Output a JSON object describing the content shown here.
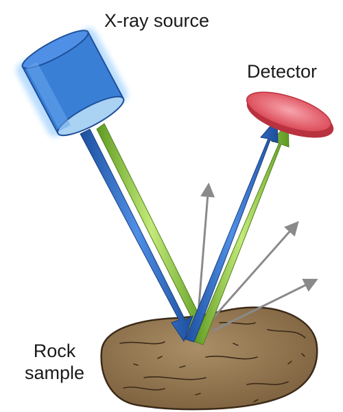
{
  "labels": {
    "source": "X-ray source",
    "detector": "Detector",
    "rock_line1": "Rock",
    "rock_line2": "sample"
  },
  "colors": {
    "source_body": "#3a7fd6",
    "source_face": "#a9d2f3",
    "incident_blue": "#2f6fcf",
    "incident_green": "#9dd24a",
    "detector": "#e9606d",
    "scatter_gray": "#8a8a8a",
    "rock": "#8b6f4a"
  },
  "icons": {
    "source": "x-ray-tube-icon",
    "detector": "detector-dish-icon",
    "rock": "rock-sample-icon"
  }
}
